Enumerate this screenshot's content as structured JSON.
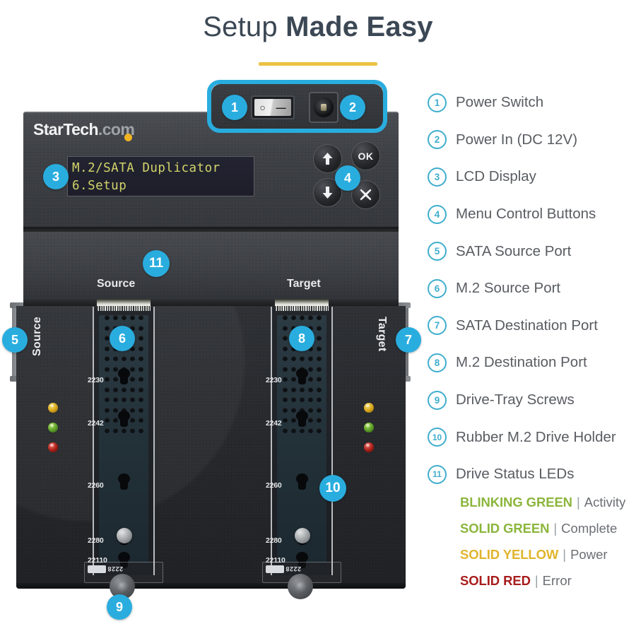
{
  "header": {
    "title_light": "Setup ",
    "title_bold": "Made Easy"
  },
  "device": {
    "brand_name": "StarTech",
    "brand_suffix": ".com",
    "lcd": {
      "line1": "M.2/SATA Duplicator",
      "line2": "6.Setup"
    },
    "buttons": {
      "up": "up-arrow",
      "ok": "OK",
      "down": "down-arrow",
      "cancel": "X"
    },
    "power_switch": {
      "on_symbol": "○",
      "off_symbol": "—"
    },
    "labels": {
      "source_top": "Source",
      "target_top": "Target",
      "source_side": "Source",
      "target_side": "Target"
    },
    "m2_sizes": [
      "2230",
      "2242",
      "2260",
      "2280",
      "22110"
    ],
    "tray_text": "2228"
  },
  "legend": {
    "items": [
      {
        "num": "1",
        "label": "Power Switch"
      },
      {
        "num": "2",
        "label": "Power In (DC 12V)"
      },
      {
        "num": "3",
        "label": "LCD Display"
      },
      {
        "num": "4",
        "label": "Menu Control Buttons"
      },
      {
        "num": "5",
        "label": "SATA Source Port"
      },
      {
        "num": "6",
        "label": "M.2 Source Port"
      },
      {
        "num": "7",
        "label": "SATA Destination Port"
      },
      {
        "num": "8",
        "label": "M.2 Destination Port"
      },
      {
        "num": "9",
        "label": "Drive-Tray Screws"
      },
      {
        "num": "10",
        "label": "Rubber M.2 Drive Holder"
      },
      {
        "num": "11",
        "label": "Drive Status LEDs"
      }
    ]
  },
  "led_statuses": [
    {
      "key": "BLINKING GREEN",
      "sep": "|",
      "value": "Activity",
      "color": "#8CB63C"
    },
    {
      "key": "SOLID GREEN",
      "sep": "|",
      "value": "Complete",
      "color": "#8CB63C"
    },
    {
      "key": "SOLID YELLOW",
      "sep": "|",
      "value": "Power",
      "color": "#E0B52E"
    },
    {
      "key": "SOLID RED",
      "sep": "|",
      "value": "Error",
      "color": "#A81C1C"
    }
  ],
  "callout_markers": [
    {
      "num": "1"
    },
    {
      "num": "2"
    },
    {
      "num": "3"
    },
    {
      "num": "4"
    },
    {
      "num": "5"
    },
    {
      "num": "6"
    },
    {
      "num": "7"
    },
    {
      "num": "8"
    },
    {
      "num": "9"
    },
    {
      "num": "10"
    },
    {
      "num": "11"
    }
  ],
  "colors": {
    "accent_cyan": "#29ADDF",
    "legend_cyan": "#3FAECD",
    "rule_yellow": "#ECC243",
    "title_gray": "#3B4754"
  }
}
